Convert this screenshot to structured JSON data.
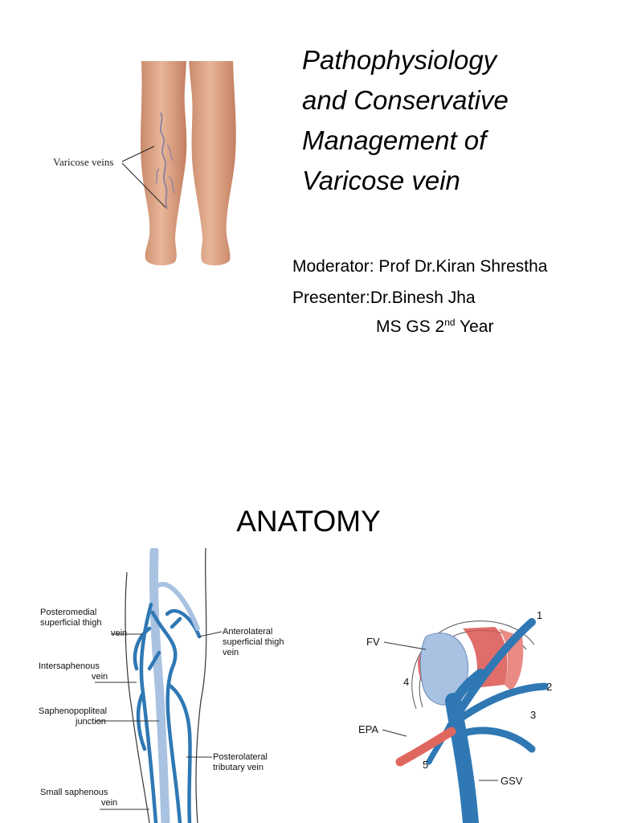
{
  "slide1": {
    "title_lines": [
      "Pathophysiology",
      "and Conservative",
      "Management of",
      "Varicose vein"
    ],
    "image_label": "Varicose veins",
    "moderator": "Moderator: Prof Dr.Kiran Shrestha",
    "presenter": "Presenter:Dr.Binesh Jha",
    "degree_prefix": "MS GS 2",
    "degree_sup": "nd",
    "degree_suffix": " Year"
  },
  "slide2": {
    "title": "ANATOMY",
    "leg_labels": {
      "posteromedial": [
        "Posteromedial",
        "superficial thigh",
        "vein"
      ],
      "intersaphenous": [
        "Intersaphenous",
        "vein"
      ],
      "saphenopopliteal": [
        "Saphenopopliteal",
        "junction"
      ],
      "small_saphenous": [
        "Small saphenous",
        "vein"
      ],
      "anterolateral": [
        "Anterolateral",
        "superficial thigh",
        "vein"
      ],
      "posterolateral": [
        "Posterolateral",
        "tributary vein"
      ]
    },
    "junction_labels": {
      "fv": "FV",
      "epa": "EPA",
      "gsv": "GSV",
      "n1": "1",
      "n2": "2",
      "n3": "3",
      "n4": "4",
      "n5": "5"
    }
  },
  "colors": {
    "vein_blue": "#2f78b4",
    "vein_light": "#a9c2e2",
    "artery_red": "#e0675f",
    "skin": "#dca286"
  }
}
